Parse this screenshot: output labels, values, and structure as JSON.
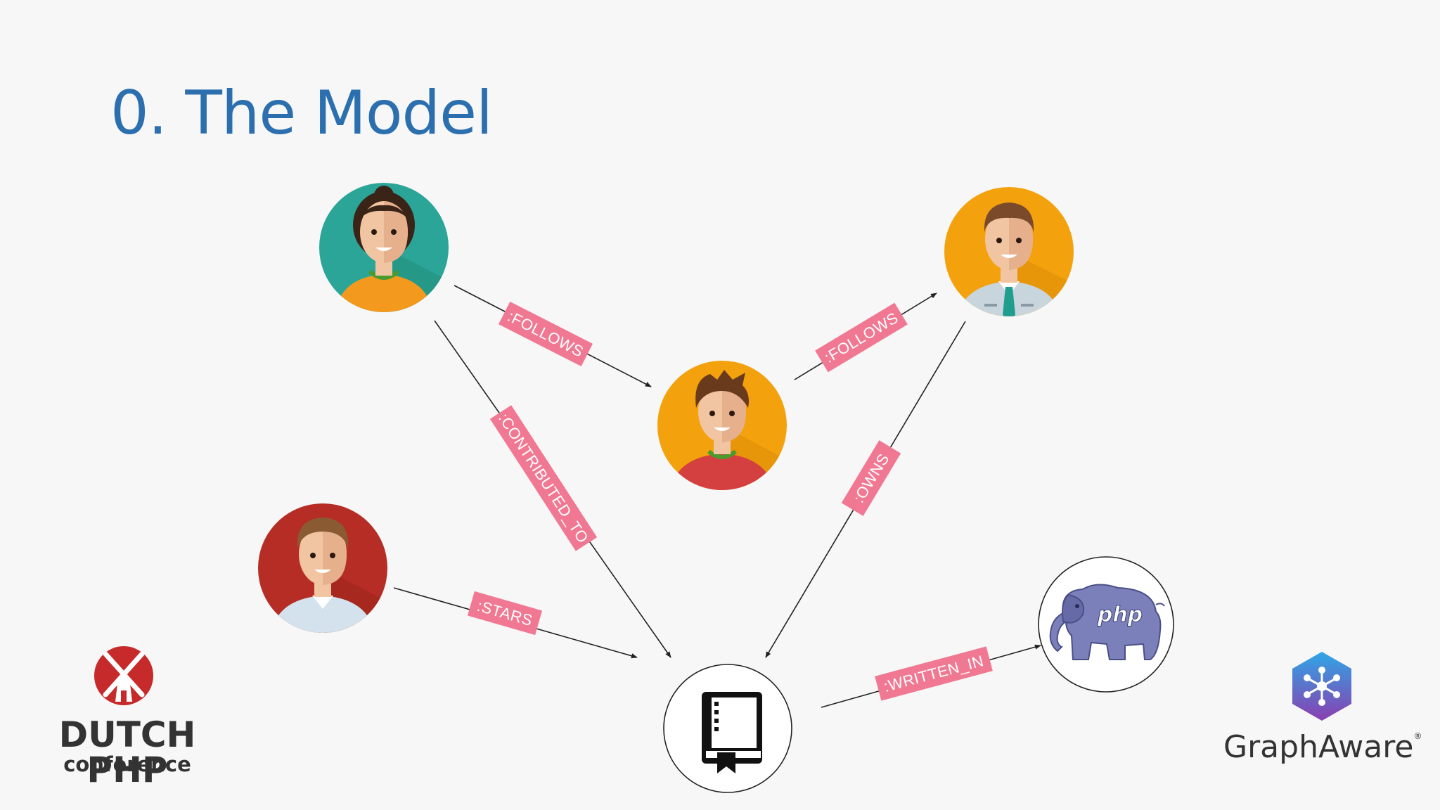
{
  "slide": {
    "title": "0. The Model"
  },
  "relationships": {
    "follows_1": ":FOLLOWS",
    "follows_2": ":FOLLOWS",
    "contributed_to": ":CONTRIBUTED_TO",
    "owns": ":OWNS",
    "stars": ":STARS",
    "written_in": ":WRITTEN_IN"
  },
  "php_logo_text": "php",
  "logos": {
    "dutch_php": {
      "name": "DUTCH PHP",
      "sub": "conference"
    },
    "graphaware": {
      "name": "GraphAware",
      "mark": "®"
    }
  },
  "colors": {
    "title": "#2c6fae",
    "label_bg": "#f07892",
    "teal": "#2aa597",
    "orange": "#f3a10d",
    "red": "#b52d25",
    "edge": "#222222"
  }
}
